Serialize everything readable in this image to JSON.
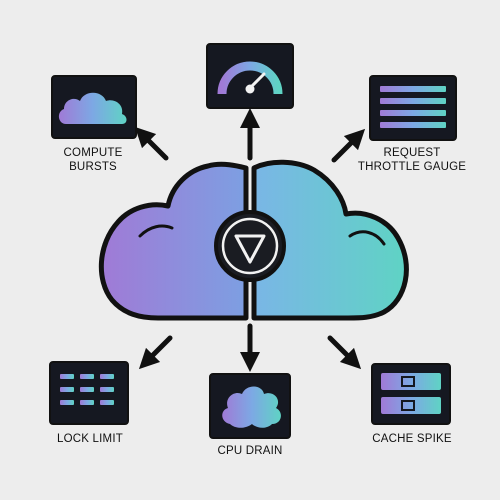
{
  "colors": {
    "background": "#ededed",
    "outline": "#111111",
    "tile": "#151821",
    "gradient_purple": "#a07ad6",
    "gradient_blue": "#7da8e4",
    "gradient_teal": "#5fd3c4"
  },
  "center": {
    "icon": "triangle-down-icon"
  },
  "nodes": {
    "compute_bursts": {
      "label_line1": "COMPUTE",
      "label_line2": "BURSTS",
      "icon": "cloud-icon"
    },
    "gauge": {
      "icon": "gauge-icon"
    },
    "request_throttle": {
      "label_line1": "REQUEST",
      "label_line2": "THROTTLE GAUGE",
      "icon": "rows-list-icon"
    },
    "lock_limit": {
      "label": "LOCK LIMIT",
      "icon": "dash-grid-icon"
    },
    "cpu_drain": {
      "label": "CPU DRAIN",
      "icon": "cloud-icon"
    },
    "cache_spike": {
      "label": "CACHE SPIKE",
      "icon": "server-icon"
    }
  }
}
